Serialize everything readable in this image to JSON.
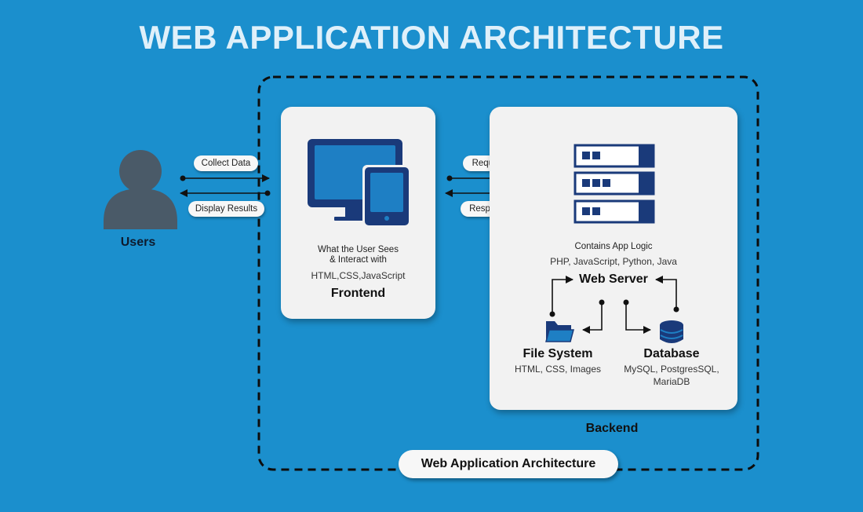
{
  "title": "WEB APPLICATION ARCHITECTURE",
  "users": {
    "label": "Users"
  },
  "arrows": {
    "collect_data": "Collect Data",
    "display_results": "Display Results",
    "request": "Request",
    "response": "Response"
  },
  "frontend": {
    "desc_line1": "What the User Sees",
    "desc_line2": "& Interact with",
    "tech": "HTML,CSS,JavaScript",
    "label": "Frontend"
  },
  "backend": {
    "desc": "Contains App Logic",
    "tech": "PHP, JavaScript, Python, Java",
    "web_server": "Web Server",
    "file_system": {
      "label": "File System",
      "detail": "HTML, CSS, Images"
    },
    "database": {
      "label": "Database",
      "detail_line1": "MySQL, PostgresSQL,",
      "detail_line2": "MariaDB"
    },
    "label": "Backend"
  },
  "footer": "Web Application Architecture",
  "colors": {
    "background": "#1b8fcd",
    "icon_navy": "#1a3a7a",
    "user_gray": "#4a5a68",
    "card": "#f2f2f2"
  }
}
